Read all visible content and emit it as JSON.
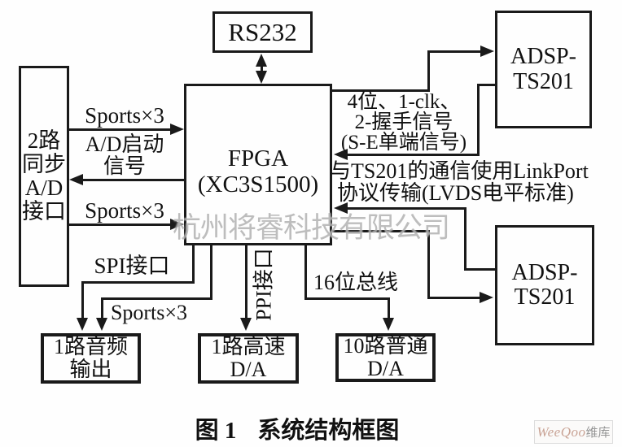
{
  "diagram": {
    "boxes": {
      "rs232": {
        "label": "RS232"
      },
      "adc_interface": {
        "line1": "2路",
        "line2": "同步",
        "line3": "A/D",
        "line4": "接口"
      },
      "fpga": {
        "line1": "FPGA",
        "line2": "(XC3S1500)"
      },
      "dsp_top": {
        "line1": "ADSP-",
        "line2": "TS201"
      },
      "dsp_bottom": {
        "line1": "ADSP-",
        "line2": "TS201"
      },
      "audio_out": {
        "line1": "1路音频",
        "line2": "输出"
      },
      "highspeed_da": {
        "line1": "1路高速",
        "line2": "D/A"
      },
      "normal_da": {
        "line1": "10路普通",
        "line2": "D/A"
      }
    },
    "edge_labels": {
      "sports_top": "Sports×3",
      "ad_start_1": "A/D启动",
      "ad_start_2": "信号",
      "sports_mid": "Sports×3",
      "spi": "SPI接口",
      "sports_bottom": "Sports×3",
      "ppi": "PPI接口",
      "bus16": "16位总线",
      "handshake_1": "4位、1-clk、",
      "handshake_2": "2-握手信号",
      "handshake_3": "(S-E单端信号)",
      "linkport_1": "与TS201的通信使用LinkPort",
      "linkport_2": "协议传输(LVDS电平标准)"
    },
    "watermark": "杭州将睿科技有限公司",
    "caption": {
      "index": "图 1",
      "title": "系统结构框图"
    },
    "badge": {
      "brand": "WeeQoo",
      "suffix": "维库"
    },
    "colors": {
      "line": "#1a1a1a",
      "background": "#fefefe",
      "watermark": "#949494",
      "badge_brand": "#c9a395",
      "badge_suffix": "#959595"
    }
  }
}
